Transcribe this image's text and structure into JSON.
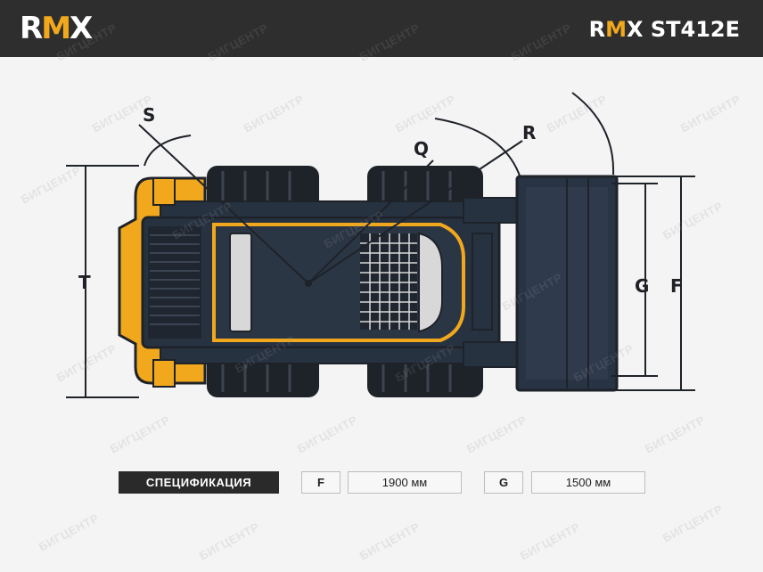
{
  "header": {
    "logo": {
      "left": "R",
      "mid": "M",
      "right": "X"
    },
    "model": {
      "brand_r": "R",
      "brand_m": "M",
      "rest": "X ST412E"
    }
  },
  "watermark": "БИГЦЕНТР",
  "dimensions": {
    "S": "S",
    "Q": "Q",
    "R": "R",
    "T": "T",
    "G": "G",
    "F": "F"
  },
  "spec": {
    "title": "СПЕЦИФИКАЦИЯ",
    "items": [
      {
        "key": "F",
        "value": "1900 мм"
      },
      {
        "key": "G",
        "value": "1500 мм"
      }
    ]
  },
  "colors": {
    "header_bg": "#2e2e2e",
    "accent": "#f2a81d",
    "body": "#273241",
    "tire": "#1e2229"
  }
}
